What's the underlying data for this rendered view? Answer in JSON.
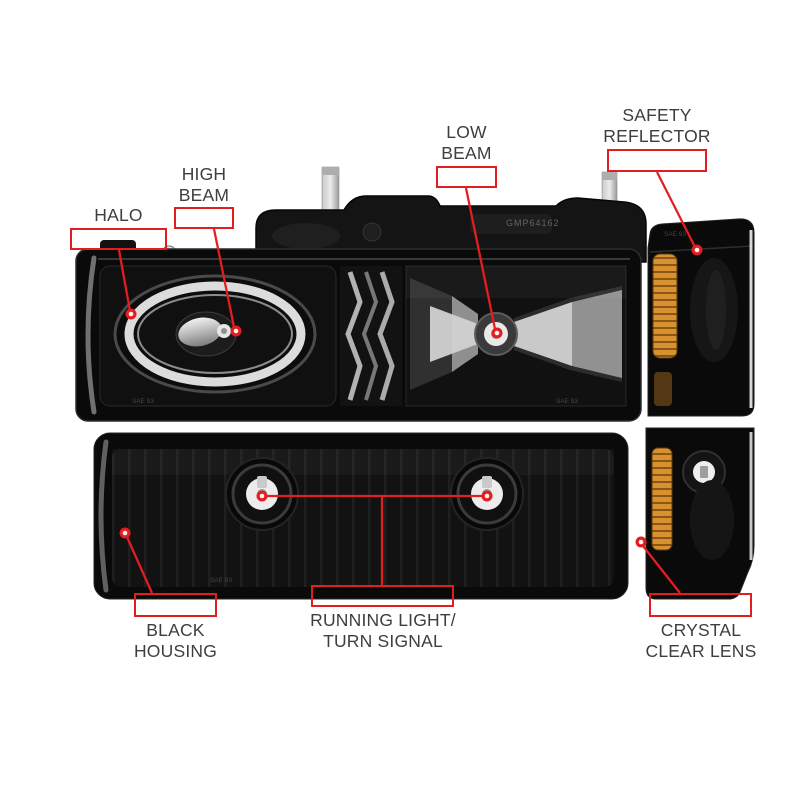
{
  "colors": {
    "accent": "#e41e20",
    "amber": "#d8912f",
    "housing": "#0a0a0a"
  },
  "callouts": {
    "halo": {
      "line1": "HALO",
      "line2": ""
    },
    "high_beam": {
      "line1": "HIGH",
      "line2": "BEAM"
    },
    "low_beam": {
      "line1": "LOW",
      "line2": "BEAM"
    },
    "safety_reflector": {
      "line1": "SAFETY",
      "line2": "REFLECTOR"
    },
    "black_housing": {
      "line1": "BLACK",
      "line2": "HOUSING"
    },
    "running_light": {
      "line1": "RUNNING LIGHT/",
      "line2": "TURN SIGNAL"
    },
    "crystal_clear_lens": {
      "line1": "CRYSTAL",
      "line2": "CLEAR LENS"
    }
  },
  "markings": {
    "top_plate": "GMP64162",
    "lens_stamp": "SAE 93"
  }
}
